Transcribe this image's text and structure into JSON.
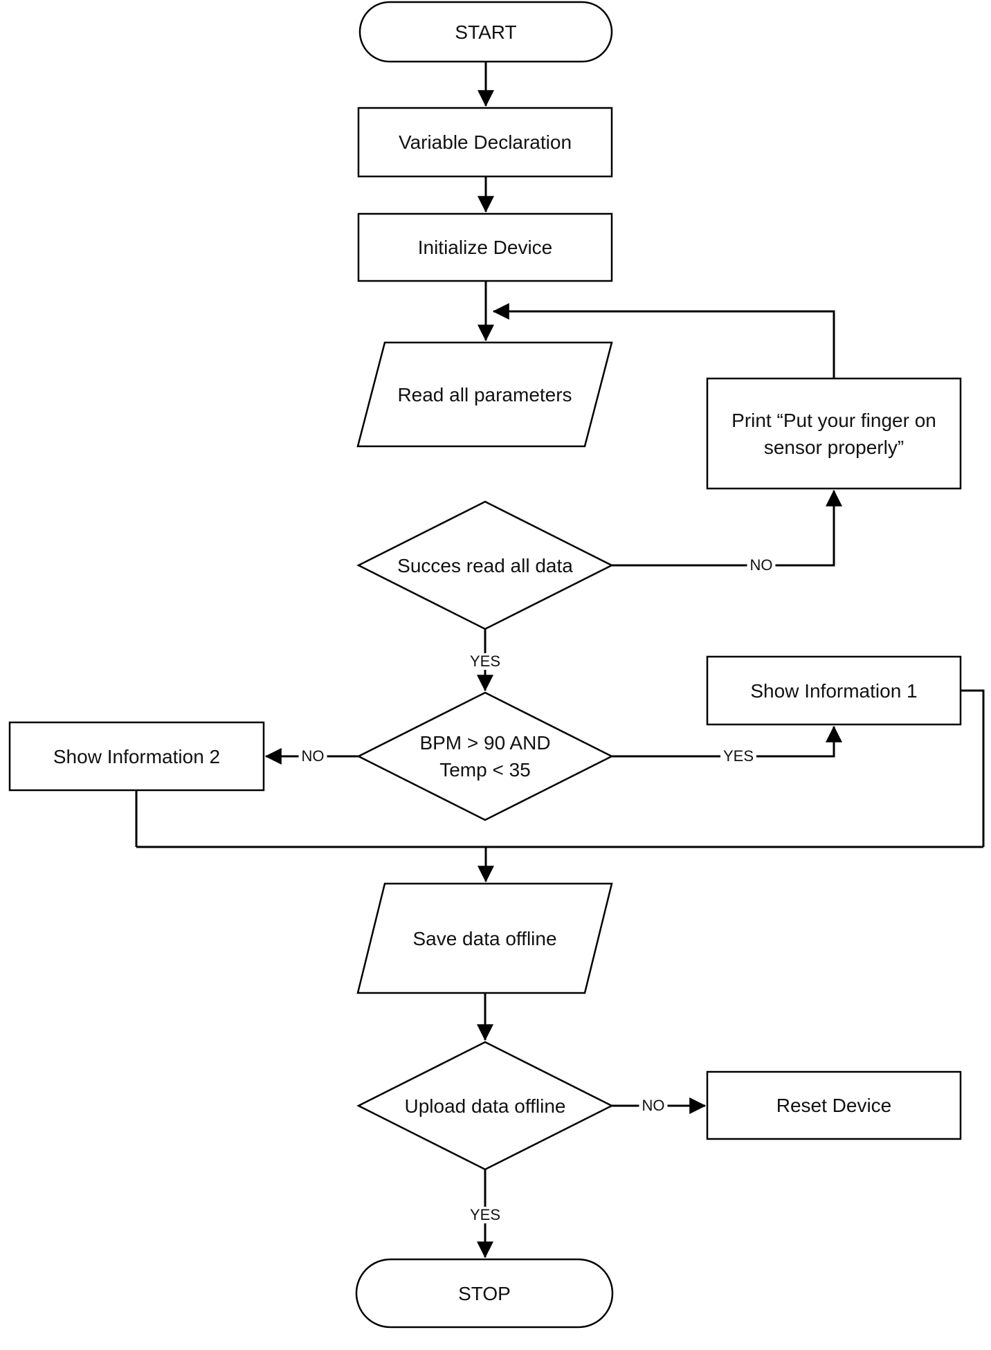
{
  "diagram": {
    "type": "flowchart",
    "background": "#ffffff",
    "line_color": "#000000",
    "nodes": {
      "start": {
        "type": "terminator",
        "label": "START"
      },
      "variable_declaration": {
        "type": "process",
        "label": "Variable Declaration"
      },
      "initialize_device": {
        "type": "process",
        "label": "Initialize Device"
      },
      "read_all_parameters": {
        "type": "input-output",
        "label": "Read all parameters"
      },
      "success_read_all_data": {
        "type": "decision",
        "label": "Succes read all data"
      },
      "print_finger_message": {
        "type": "process",
        "label_line1": "Print “Put your finger on",
        "label_line2": "sensor properly”"
      },
      "bpm_temp_decision": {
        "type": "decision",
        "label_line1": "BPM > 90 AND",
        "label_line2": "Temp < 35"
      },
      "show_information_1": {
        "type": "process",
        "label": "Show Information 1"
      },
      "show_information_2": {
        "type": "process",
        "label": "Show Information 2"
      },
      "save_data_offline": {
        "type": "input-output",
        "label": "Save data offline"
      },
      "upload_data_offline": {
        "type": "decision",
        "label": "Upload data offline"
      },
      "reset_device": {
        "type": "process",
        "label": "Reset Device"
      },
      "stop": {
        "type": "terminator",
        "label": "STOP"
      }
    },
    "edge_labels": {
      "success_no": "NO",
      "success_yes": "YES",
      "bpm_no": "NO",
      "bpm_yes": "YES",
      "upload_no": "NO",
      "upload_yes": "YES"
    }
  }
}
